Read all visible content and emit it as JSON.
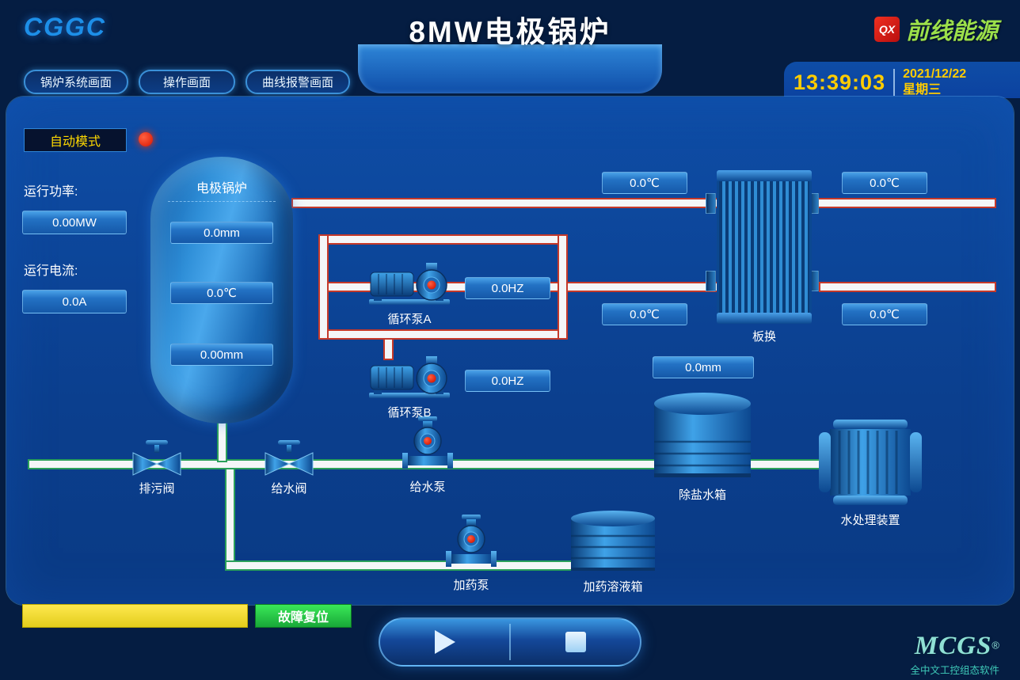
{
  "header": {
    "company_logo": "CGGC",
    "title": "8MW电极锅炉",
    "brand_icon": "QX",
    "brand_name": "前线能源",
    "clock": "13:39:03",
    "date": "2021/12/22",
    "weekday": "星期三"
  },
  "nav": {
    "tabs": [
      {
        "label": "锅炉系统画面"
      },
      {
        "label": "操作画面"
      },
      {
        "label": "曲线报警画面"
      }
    ]
  },
  "controls": {
    "mode_button": "自动模式",
    "power_label": "运行功率:",
    "power_value": "0.00MW",
    "current_label": "运行电流:",
    "current_value": "0.0A"
  },
  "boiler": {
    "label": "电极锅炉",
    "level": "0.0mm",
    "temperature": "0.0℃",
    "level2": "0.00mm"
  },
  "pumps": {
    "pump_a": {
      "label": "循环泵A",
      "frequency": "0.0HZ"
    },
    "pump_b": {
      "label": "循环泵B",
      "frequency": "0.0HZ"
    },
    "feed_pump": {
      "label": "给水泵"
    },
    "dosing_pump": {
      "label": "加药泵"
    }
  },
  "valves": {
    "drain_valve": {
      "label": "排污阀"
    },
    "feed_valve": {
      "label": "给水阀"
    }
  },
  "exchanger": {
    "label": "板换",
    "temp_in_top": "0.0℃",
    "temp_out_top": "0.0℃",
    "temp_in_bottom": "0.0℃",
    "temp_out_bottom": "0.0℃"
  },
  "tanks": {
    "demin_tank": {
      "label": "除盐水箱",
      "level": "0.0mm"
    },
    "dosing_tank": {
      "label": "加药溶液箱"
    },
    "water_treatment": {
      "label": "水处理装置"
    }
  },
  "footer": {
    "alarm_text": "",
    "reset_button": "故障复位",
    "logo": "MCGS",
    "logo_reg": "®",
    "logo_subtitle": "全中文工控组态软件"
  }
}
